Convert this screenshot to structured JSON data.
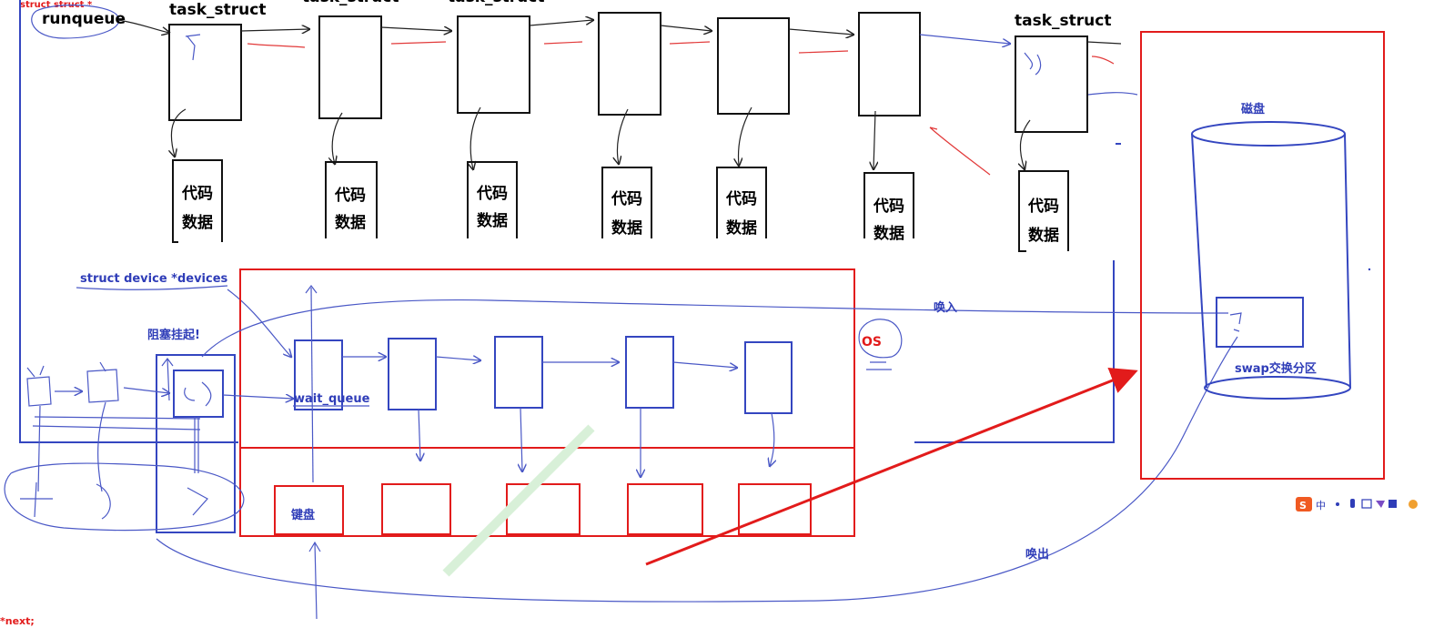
{
  "labels": {
    "struct_struct": "struct struct *",
    "runqueue": "runqueue",
    "task_struct": "task_struct",
    "code": "代码",
    "data": "数据",
    "devices": "struct device *devices",
    "blocked": "阻塞挂起!",
    "wait_queue": "wait_queue",
    "keyboard": "键盘",
    "os": "OS",
    "swap_in": "唤入",
    "swap_out": "唤出",
    "disk": "磁盘",
    "swap_area": "swap交换分区",
    "next": "*next;"
  },
  "tray": {
    "logo": "S",
    "lang": "中"
  },
  "colors": {
    "blue": "#3446c0",
    "red": "#e21b1b",
    "black": "#111111"
  }
}
